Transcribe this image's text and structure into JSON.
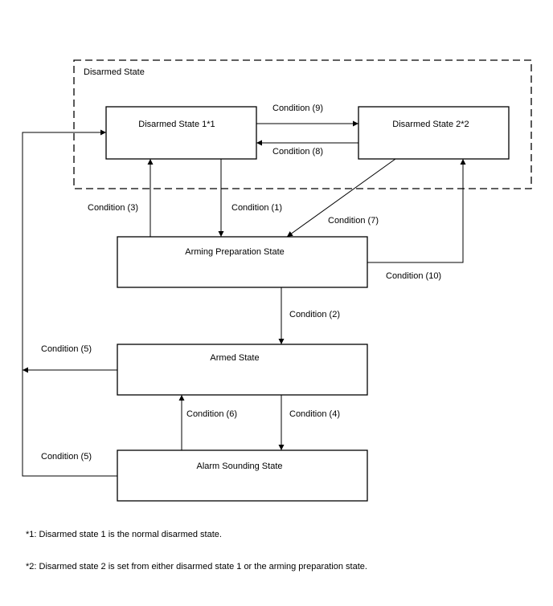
{
  "group_label": "Disarmed State",
  "states": {
    "disarmed1": "Disarmed State 1*1",
    "disarmed2": "Disarmed State 2*2",
    "arming_prep": "Arming Preparation State",
    "armed": "Armed State",
    "alarm": "Alarm Sounding State"
  },
  "conditions": {
    "c1": "Condition (1)",
    "c2": "Condition (2)",
    "c3": "Condition (3)",
    "c4": "Condition (4)",
    "c5": "Condition (5)",
    "c6": "Condition (6)",
    "c7": "Condition (7)",
    "c8": "Condition (8)",
    "c9": "Condition (9)",
    "c10": "Condition (10)"
  },
  "notes": {
    "note1": "*1: Disarmed state 1 is the normal disarmed state.",
    "note2": "*2: Disarmed state 2 is set from either disarmed state 1 or the arming preparation state."
  }
}
